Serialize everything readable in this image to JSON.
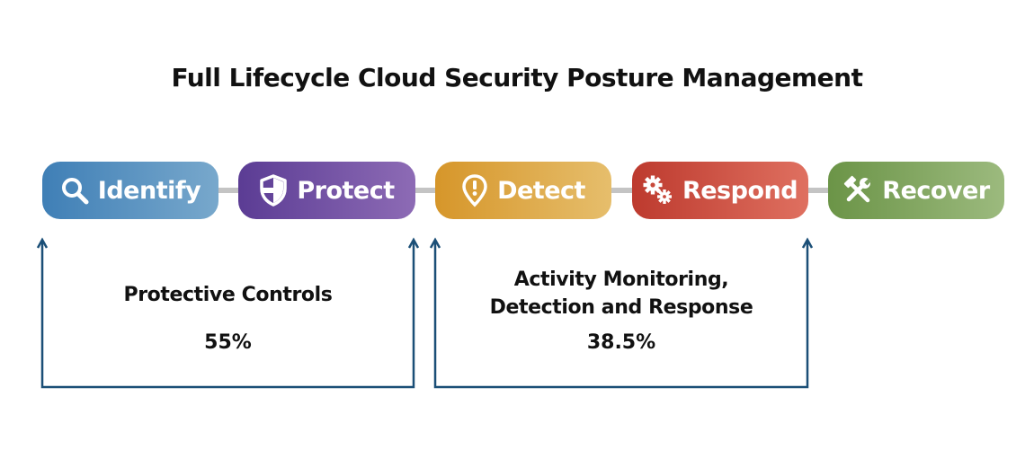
{
  "title": "Full Lifecycle Cloud Security Posture Management",
  "stages": [
    {
      "label": "Identify",
      "icon": "search-icon",
      "color": "#3f7fb6"
    },
    {
      "label": "Protect",
      "icon": "shield-icon",
      "color": "#5b3c94"
    },
    {
      "label": "Detect",
      "icon": "alert-pin-icon",
      "color": "#d6962a"
    },
    {
      "label": "Respond",
      "icon": "gears-icon",
      "color": "#bd3a2e"
    },
    {
      "label": "Recover",
      "icon": "tools-icon",
      "color": "#6b9447"
    }
  ],
  "groups": [
    {
      "label_lines": [
        "Protective Controls"
      ],
      "value": "55%"
    },
    {
      "label_lines": [
        "Activity Monitoring,",
        "Detection and Response"
      ],
      "value": "38.5%"
    }
  ],
  "bracket_color": "#1b4f77"
}
